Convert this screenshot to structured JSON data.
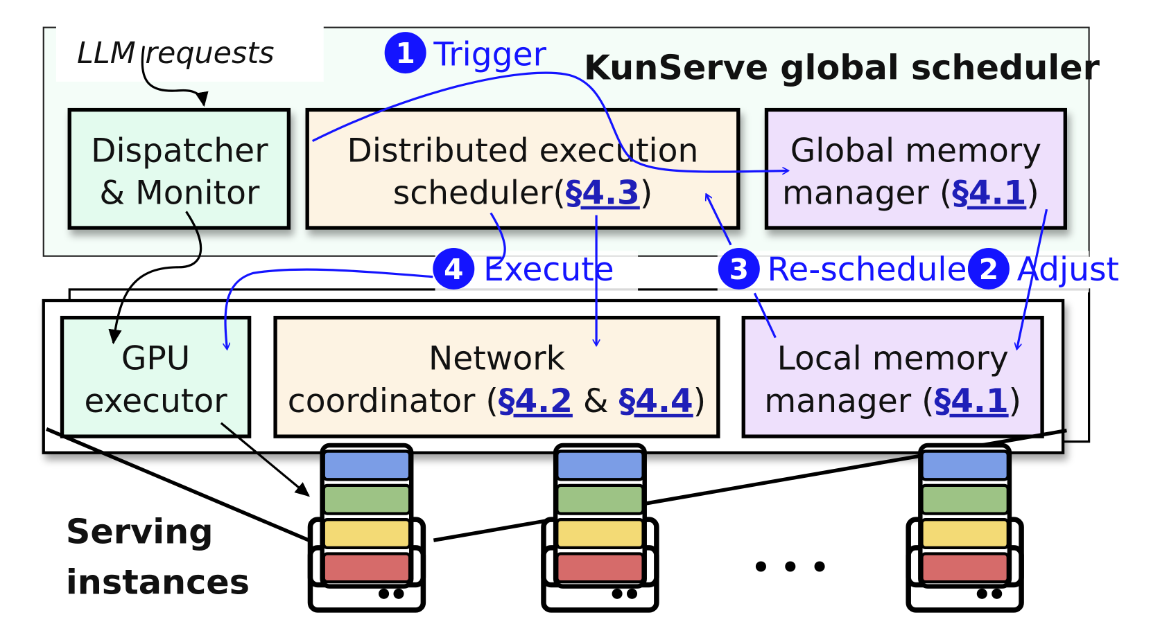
{
  "global_scheduler": {
    "title": "KunServe global scheduler",
    "input_label": "LLM requests",
    "dispatcher": {
      "line1": "Dispatcher",
      "line2": "& Monitor"
    },
    "dist_scheduler": {
      "line1": "Distributed execution",
      "line2_prefix": "scheduler(",
      "ref": "§4.3",
      "line2_suffix": ")"
    },
    "global_memory": {
      "line1": "Global memory",
      "line2_prefix": "manager (",
      "ref": "§4.1",
      "line2_suffix": ")"
    }
  },
  "instance": {
    "gpu_executor": {
      "line1": "GPU",
      "line2": "executor"
    },
    "network": {
      "line1": "Network",
      "line2_prefix": "coordinator (",
      "ref1": "§4.2",
      "mid": " & ",
      "ref2": "§4.4",
      "line2_suffix": ")"
    },
    "local_memory": {
      "line1": "Local memory",
      "line2_prefix": "manager (",
      "ref": "§4.1",
      "line2_suffix": ")"
    }
  },
  "steps": [
    {
      "num": "1",
      "label": "Trigger"
    },
    {
      "num": "2",
      "label": "Adjust"
    },
    {
      "num": "3",
      "label": "Re-schedule"
    },
    {
      "num": "4",
      "label": "Execute"
    }
  ],
  "serving": {
    "line1": "Serving",
    "line2": "instances",
    "ellipsis": "• • •"
  },
  "colors": {
    "teal": "#e3fbee",
    "beige": "#fdf3e3",
    "lavender": "#eee0fc",
    "blue": "#1414ff",
    "gpu_blue": "#7b9de6",
    "gpu_green": "#9dc385",
    "gpu_yellow": "#f3da75",
    "gpu_red": "#d66b6a"
  }
}
